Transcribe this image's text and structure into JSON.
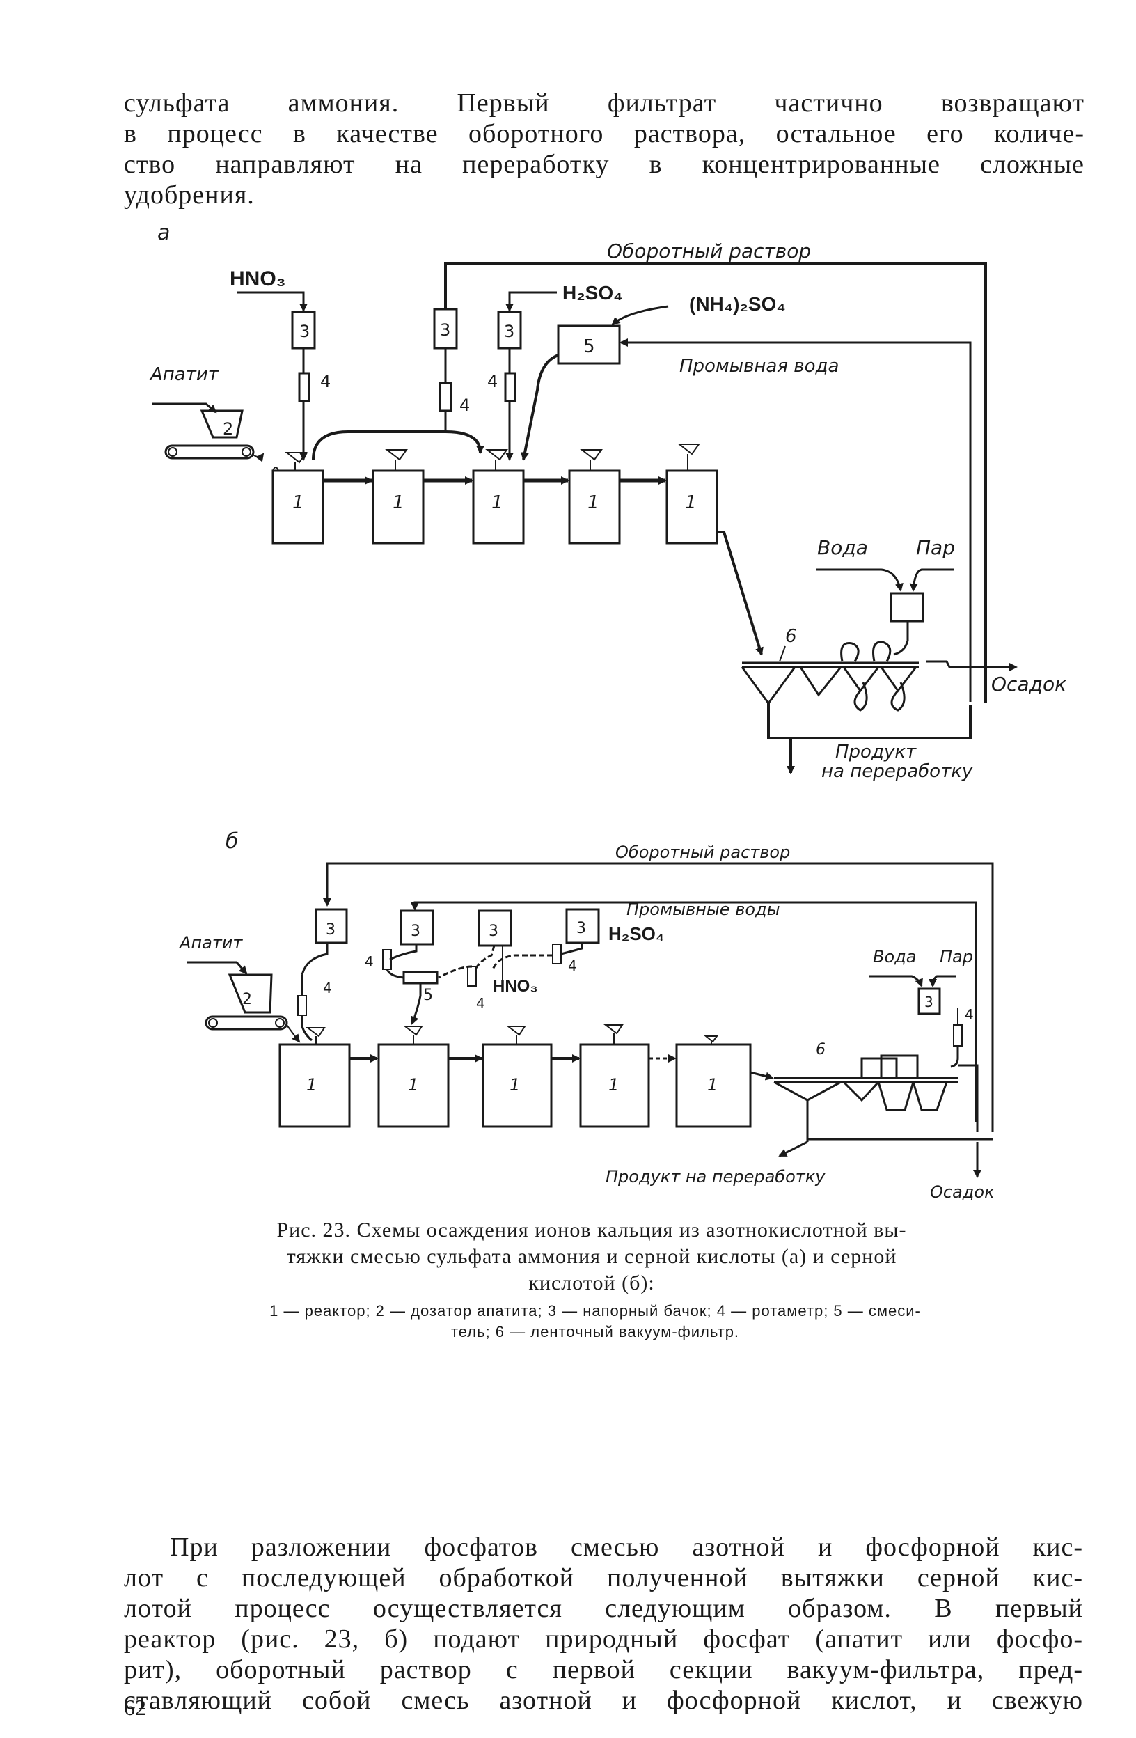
{
  "top_paragraph": [
    "сульфата аммония. Первый фильтрат частично возвращают",
    "в процесс в качестве оборотного раствора, остальное его количе-",
    "ство направляют на переработку в концентрированные сложные",
    "удобрения."
  ],
  "diagram_a": {
    "panel_letter": "а",
    "labels": {
      "recycle": "Оборотный раствор",
      "hno3": "HNO₃",
      "h2so4": "H₂SO₄",
      "nh4so4": "(NH₄)₂SO₄",
      "wash_water": "Промывная вода",
      "apatite": "Апатит",
      "water": "Вода",
      "steam": "Пар",
      "sediment": "Осадок",
      "product_1": "Продукт",
      "product_2": "на переработку"
    },
    "numbers": {
      "reactor": "1",
      "doser": "2",
      "tank": "3",
      "rotameter": "4",
      "mixer": "5",
      "filter": "6"
    }
  },
  "diagram_b": {
    "panel_letter": "б",
    "labels": {
      "recycle": "Оборотный раствор",
      "wash_waters": "Промывные воды",
      "h2so4": "H₂SO₄",
      "hno3": "HNO₃",
      "apatite": "Апатит",
      "water": "Вода",
      "steam": "Пар",
      "product": "Продукт на переработку",
      "sediment": "Осадок"
    },
    "numbers": {
      "reactor": "1",
      "doser": "2",
      "tank": "3",
      "rotameter": "4",
      "mixer": "5",
      "filter": "6"
    }
  },
  "caption": {
    "lines": [
      "Рис. 23. Схемы осаждения ионов кальция из азотнокислотной вы-",
      "тяжки смесью сульфата аммония и серной кислоты (а) и серной",
      "кислотой (б):"
    ],
    "legend": [
      "1 — реактор; 2 — дозатор апатита; 3 — напорный бачок; 4 — ротаметр; 5 — смеси-",
      "тель; 6 — ленточный вакуум-фильтр."
    ]
  },
  "bottom_paragraph": [
    "При разложении фосфатов смесью азотной и фосфорной кис-",
    "лот с последующей обработкой полученной вытяжки серной кис-",
    "лотой процесс осуществляется следующим образом. В первый",
    "реактор (рис. 23, б) подают природный фосфат (апатит или фосфо-",
    "рит), оборотный раствор с первой секции вакуум-фильтра, пред-",
    "ставляющий собой смесь азотной и фосфорной кислот, и свежую"
  ],
  "page_number": "62"
}
